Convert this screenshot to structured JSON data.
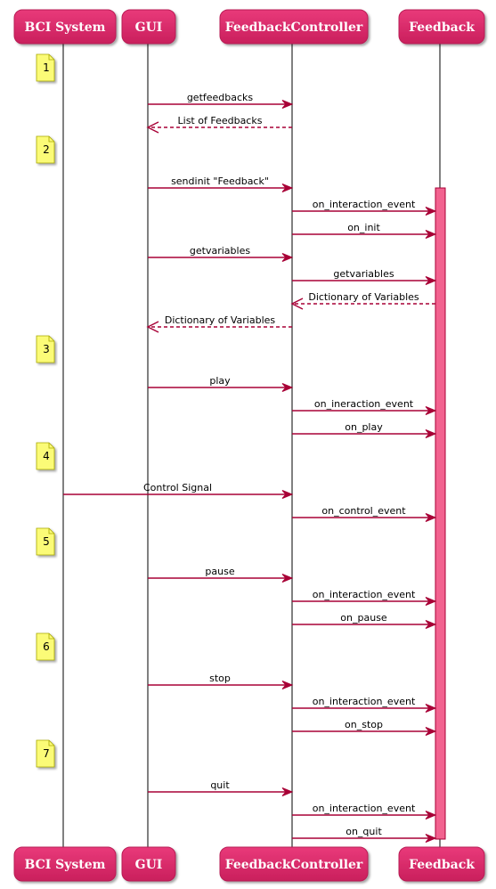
{
  "participants": [
    "BCI System",
    "GUI",
    "FeedbackController",
    "Feedback"
  ],
  "colors": {
    "participant_fill": "#e0306f",
    "participant_fill_dark": "#b81d55",
    "arrow": "#a80036",
    "lifeline": "#000000",
    "activation": "#f2628f",
    "note_fill": "#fbfb77"
  },
  "notes": [
    "1",
    "2",
    "3",
    "4",
    "5",
    "6",
    "7"
  ],
  "messages": [
    {
      "label": "getfeedbacks",
      "from": 1,
      "to": 2,
      "style": "solid"
    },
    {
      "label": "List of Feedbacks",
      "from": 2,
      "to": 1,
      "style": "dashed"
    },
    {
      "label": "sendinit \"Feedback\"",
      "from": 1,
      "to": 2,
      "style": "solid"
    },
    {
      "label": "on_interaction_event",
      "from": 2,
      "to": 3,
      "style": "solid"
    },
    {
      "label": "on_init",
      "from": 2,
      "to": 3,
      "style": "solid"
    },
    {
      "label": "getvariables",
      "from": 1,
      "to": 2,
      "style": "solid"
    },
    {
      "label": "getvariables",
      "from": 2,
      "to": 3,
      "style": "solid"
    },
    {
      "label": "Dictionary of Variables",
      "from": 3,
      "to": 2,
      "style": "dashed"
    },
    {
      "label": "Dictionary of Variables",
      "from": 2,
      "to": 1,
      "style": "dashed"
    },
    {
      "label": "play",
      "from": 1,
      "to": 2,
      "style": "solid"
    },
    {
      "label": "on_ineraction_event",
      "from": 2,
      "to": 3,
      "style": "solid"
    },
    {
      "label": "on_play",
      "from": 2,
      "to": 3,
      "style": "solid"
    },
    {
      "label": "Control Signal",
      "from": 0,
      "to": 2,
      "style": "solid"
    },
    {
      "label": "on_control_event",
      "from": 2,
      "to": 3,
      "style": "solid"
    },
    {
      "label": "pause",
      "from": 1,
      "to": 2,
      "style": "solid"
    },
    {
      "label": "on_interaction_event",
      "from": 2,
      "to": 3,
      "style": "solid"
    },
    {
      "label": "on_pause",
      "from": 2,
      "to": 3,
      "style": "solid"
    },
    {
      "label": "stop",
      "from": 1,
      "to": 2,
      "style": "solid"
    },
    {
      "label": "on_interaction_event",
      "from": 2,
      "to": 3,
      "style": "solid"
    },
    {
      "label": "on_stop",
      "from": 2,
      "to": 3,
      "style": "solid"
    },
    {
      "label": "quit",
      "from": 1,
      "to": 2,
      "style": "solid"
    },
    {
      "label": "on_interaction_event",
      "from": 2,
      "to": 3,
      "style": "solid"
    },
    {
      "label": "on_quit",
      "from": 2,
      "to": 3,
      "style": "solid"
    }
  ]
}
